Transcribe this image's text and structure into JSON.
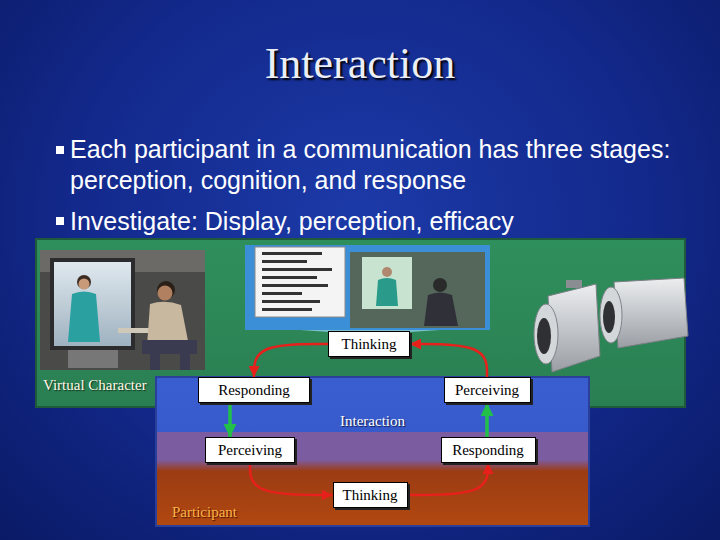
{
  "diagram": {
    "title": "Interaction",
    "nodes": [
      {
        "text": [
          "Virtual Character"
        ]
      },
      {
        "text": [
          "Thinking"
        ],
        "in": 0
      },
      {
        "text": [
          "Responding"
        ],
        "in": 0
      },
      {
        "text": [
          "Perceiving"
        ],
        "in": 0
      },
      {
        "text": [
          "Interaction"
        ]
      },
      {
        "text": [
          "Participant"
        ],
        "in": 4
      },
      {
        "text": [
          "Perceiving"
        ],
        "in": 5
      },
      {
        "text": [
          "Responding"
        ],
        "in": 5
      },
      {
        "text": [
          "Thinking"
        ],
        "in": 5
      }
    ],
    "edges": [
      {
        "from": 3,
        "to": 1,
        "arrow": "to"
      },
      {
        "from": 1,
        "to": 2,
        "arrow": "to"
      },
      {
        "from": 2,
        "to": 6,
        "arrow": "to"
      },
      {
        "from": 7,
        "to": 3,
        "arrow": "to"
      },
      {
        "from": 6,
        "to": 8,
        "arrow": "to"
      },
      {
        "from": 8,
        "to": 7,
        "arrow": "to"
      }
    ],
    "labels": [
      "Each participant in a communication has three stages: perception, cognition, and response",
      "Investigate: Display, perception, efficacy"
    ]
  }
}
